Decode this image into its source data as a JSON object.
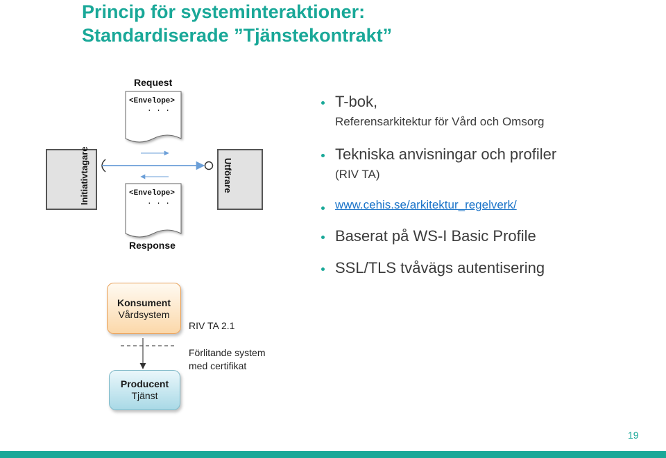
{
  "title": {
    "line1": "Princip för systeminteraktioner:",
    "line2": "Standardiserade ”Tjänstekontrakt”"
  },
  "diagram": {
    "request_label": "Request",
    "response_label": "Response",
    "envelope_text": "<Envelope>",
    "dots": ". . .",
    "initiator_label": "Initiativtagare",
    "performer_label": "Utförare"
  },
  "bullets": [
    {
      "text": "T-bok,",
      "sub": "Referensarkitektur för Vård och Omsorg"
    },
    {
      "text": "Tekniska anvisningar och profiler",
      "sub": "(RIV TA)"
    },
    {
      "link": "www.cehis.se/arkitektur_regelverk/"
    },
    {
      "text": "Baserat på WS-I Basic Profile"
    },
    {
      "text": "SSL/TLS tvåvägs autentisering"
    }
  ],
  "consumer": {
    "title": "Konsument",
    "sub": "Vårdsystem"
  },
  "producer": {
    "title": "Producent",
    "sub": "Tjänst"
  },
  "riv_label": "RIV TA 2.1",
  "trust_note": {
    "line1": "Förlitande system",
    "line2": "med certifikat"
  },
  "page_number": "19",
  "colors": {
    "accent": "#19a898",
    "link": "#1a73c8",
    "arrow": "#6b9fd8"
  }
}
